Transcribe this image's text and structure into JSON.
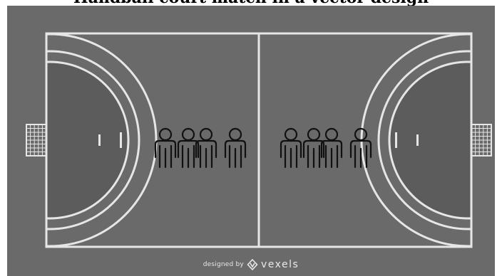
{
  "header": {
    "cropped_text": "Handball court match in a vector design"
  },
  "footer": {
    "designed_by": "designed by",
    "brand": "vexels"
  },
  "colors": {
    "court": "#6a6a6a",
    "goal_area": "#5c5c5c",
    "lines": "#e6e6e6",
    "player_stroke": "#111111"
  },
  "icons": {
    "player": "player-icon",
    "goal": "goal-net-icon",
    "brand_logo": "vexels-logo-icon"
  },
  "teams": [
    {
      "name": "left-team",
      "player_count": 4
    },
    {
      "name": "right-team",
      "player_count": 4
    }
  ]
}
